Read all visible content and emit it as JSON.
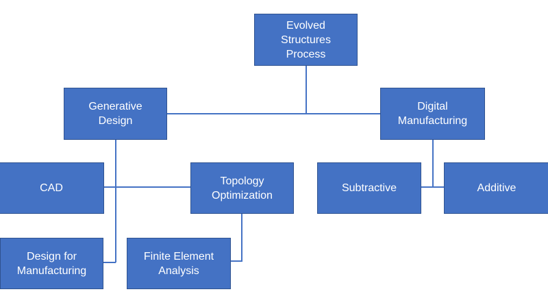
{
  "colors": {
    "box_fill": "#4472C4",
    "box_border": "#2F528F",
    "box_text": "#FFFFFF",
    "connector": "#4472C4"
  },
  "nodes": {
    "root": "Evolved\nStructures\nProcess",
    "generative_design": "Generative\nDesign",
    "digital_manufacturing": "Digital\nManufacturing",
    "cad": "CAD",
    "topology_optimization": "Topology\nOptimization",
    "design_for_manufacturing": "Design for\nManufacturing",
    "finite_element_analysis": "Finite Element\nAnalysis",
    "subtractive": "Subtractive",
    "additive": "Additive"
  }
}
